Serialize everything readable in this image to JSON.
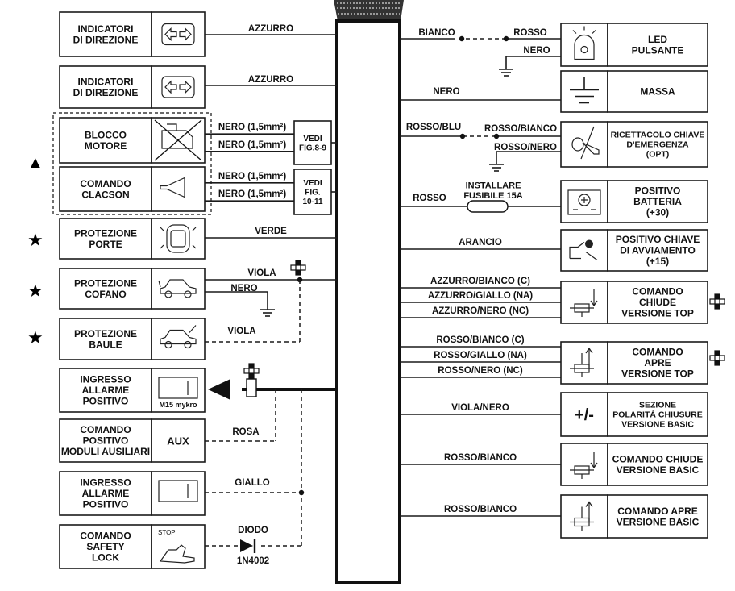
{
  "left_modules": [
    {
      "label": [
        "INDICATORI",
        "DI DIREZIONE"
      ],
      "wire": "AZZURRO",
      "icon": "turn-signal-icon"
    },
    {
      "label": [
        "INDICATORI",
        "DI DIREZIONE"
      ],
      "wire": "AZZURRO",
      "icon": "turn-signal-icon"
    },
    {
      "label": [
        "BLOCCO",
        "MOTORE"
      ],
      "wire": "",
      "icon": "engine-block-icon"
    },
    {
      "label": [
        "COMANDO",
        "CLACSON"
      ],
      "wire": "",
      "icon": "horn-icon"
    },
    {
      "label": [
        "PROTEZIONE",
        "PORTE"
      ],
      "wire": "VERDE",
      "icon": "door-car-icon"
    },
    {
      "label": [
        "PROTEZIONE",
        "COFANO"
      ],
      "wire": "VIOLA",
      "wire2": "NERO",
      "icon": "bonnet-car-icon"
    },
    {
      "label": [
        "PROTEZIONE",
        "BAULE"
      ],
      "wire": "VIOLA",
      "icon": "trunk-car-icon"
    },
    {
      "label": [
        "INGRESSO",
        "ALLARME",
        "POSITIVO"
      ],
      "wire": "",
      "icon": "module-icon",
      "icon_text": "M15 mykro"
    },
    {
      "label": [
        "COMANDO",
        "POSITIVO",
        "MODULI AUSILIARI"
      ],
      "wire": "ROSA",
      "icon": "aux-icon",
      "icon_text": "AUX"
    },
    {
      "label": [
        "INGRESSO",
        "ALLARME",
        "POSITIVO"
      ],
      "wire": "GIALLO",
      "icon": "module-icon"
    },
    {
      "label": [
        "COMANDO",
        "SAFETY",
        "LOCK"
      ],
      "wire": "",
      "icon": "stop-hand-icon",
      "icon_text": "STOP"
    }
  ],
  "relay_wires": {
    "blocco": [
      "NERO (1,5mm²)",
      "NERO (1,5mm²)"
    ],
    "blocco_ref": [
      "VEDI",
      "FIG.8-9"
    ],
    "clacson": [
      "NERO (1,5mm²)",
      "NERO (1,5mm²)"
    ],
    "clacson_ref": [
      "VEDI",
      "FIG.",
      "10-11"
    ]
  },
  "diode": {
    "label": "DIODO",
    "part": "1N4002"
  },
  "right_modules": [
    {
      "label": [
        "LED",
        "PULSANTE"
      ],
      "wires": [
        "BIANCO",
        "ROSSO",
        "NERO"
      ],
      "icon": "led-icon"
    },
    {
      "label": [
        "MASSA"
      ],
      "wires": [
        "NERO"
      ],
      "icon": "ground-icon"
    },
    {
      "label": [
        "RICETTACOLO CHIAVE",
        "D'EMERGENZA",
        "(OPT)"
      ],
      "wires": [
        "ROSSO/BLU",
        "ROSSO/BIANCO",
        "ROSSO/NERO"
      ],
      "icon": "key-receptacle-icon"
    },
    {
      "label": [
        "POSITIVO",
        "BATTERIA",
        "(+30)"
      ],
      "wires": [
        "ROSSO"
      ],
      "fuse": [
        "INSTALLARE",
        "FUSIBILE 15A"
      ],
      "icon": "battery-icon"
    },
    {
      "label": [
        "POSITIVO CHIAVE",
        "DI AVVIAMENTO",
        "(+15)"
      ],
      "wires": [
        "ARANCIO"
      ],
      "icon": "ignition-key-icon"
    },
    {
      "label": [
        "COMANDO",
        "CHIUDE",
        "VERSIONE TOP"
      ],
      "wires": [
        "AZZURRO/BIANCO (C)",
        "AZZURRO/GIALLO (NA)",
        "AZZURRO/NERO (NC)"
      ],
      "icon": "lock-down-icon"
    },
    {
      "label": [
        "COMANDO",
        "APRE",
        "VERSIONE TOP"
      ],
      "wires": [
        "ROSSO/BIANCO (C)",
        "ROSSO/GIALLO (NA)",
        "ROSSO/NERO (NC)"
      ],
      "icon": "lock-up-icon"
    },
    {
      "label": [
        "SEZIONE",
        "POLARITÀ CHIUSURE",
        "VERSIONE BASIC"
      ],
      "wires": [
        "VIOLA/NERO"
      ],
      "icon": "polarity-icon",
      "icon_text": "+/-"
    },
    {
      "label": [
        "COMANDO CHIUDE",
        "VERSIONE BASIC"
      ],
      "wires": [
        "ROSSO/BIANCO"
      ],
      "icon": "lock-down-icon"
    },
    {
      "label": [
        "COMANDO APRE",
        "VERSIONE BASIC"
      ],
      "wires": [
        "ROSSO/BIANCO"
      ],
      "icon": "lock-up-icon"
    }
  ],
  "markers": {
    "triangle": "▲",
    "star": "★",
    "diamond": "✥"
  }
}
